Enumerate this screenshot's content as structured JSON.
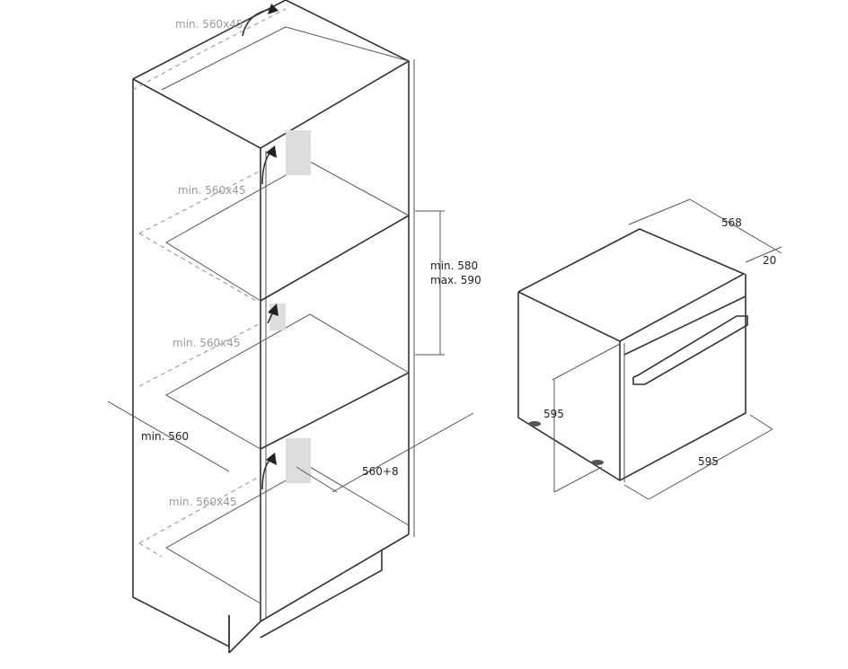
{
  "cabinet": {
    "vent_labels": [
      "min. 560x45",
      "min. 560x45",
      "min. 560x45",
      "min. 560x45"
    ],
    "niche_height_min": "min. 580",
    "niche_height_max": "max. 590",
    "niche_depth": "min. 560",
    "niche_width": "560+8"
  },
  "oven": {
    "depth": "568",
    "door_thickness": "20",
    "height": "595",
    "width": "595"
  }
}
